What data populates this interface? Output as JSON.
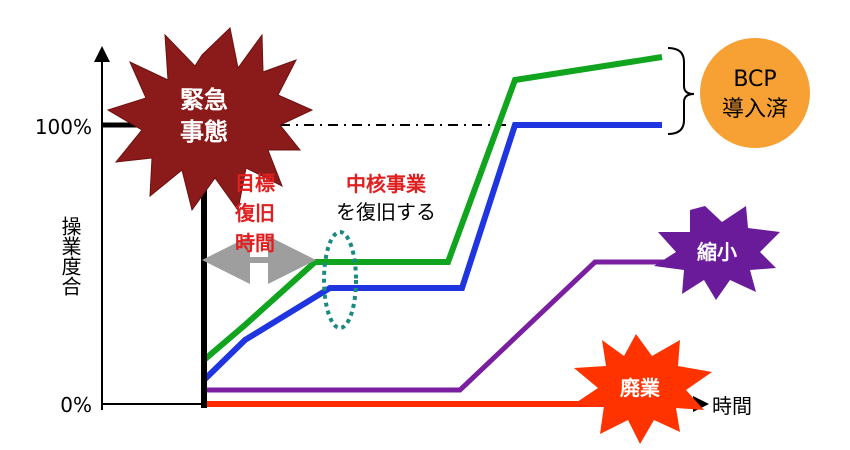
{
  "axis": {
    "y_title": "操業度合",
    "y_100": "100%",
    "y_0": "0%",
    "x_title": "時間"
  },
  "event": {
    "line1": "緊急",
    "line2": "事態",
    "color": "#8b1a1a"
  },
  "target_time": {
    "line1": "目標",
    "line2": "復旧",
    "line3": "時間",
    "color": "#e02020"
  },
  "core_business": {
    "line1": "中核事業",
    "line2": "を復旧する",
    "accent": "#e02020"
  },
  "bcp": {
    "line1": "BCP",
    "line2": "導入済",
    "color": "#f7a033"
  },
  "shrink": {
    "label": "縮小",
    "color": "#6a1b9a"
  },
  "abolish": {
    "label": "廃業",
    "color": "#ff3300"
  },
  "colors": {
    "green": "#11a51f",
    "blue": "#1f35e0",
    "purple": "#7a1fa0",
    "red": "#ff2a00",
    "gray_arrow": "#9e9e9e",
    "ellipse": "#1a8a80"
  }
}
